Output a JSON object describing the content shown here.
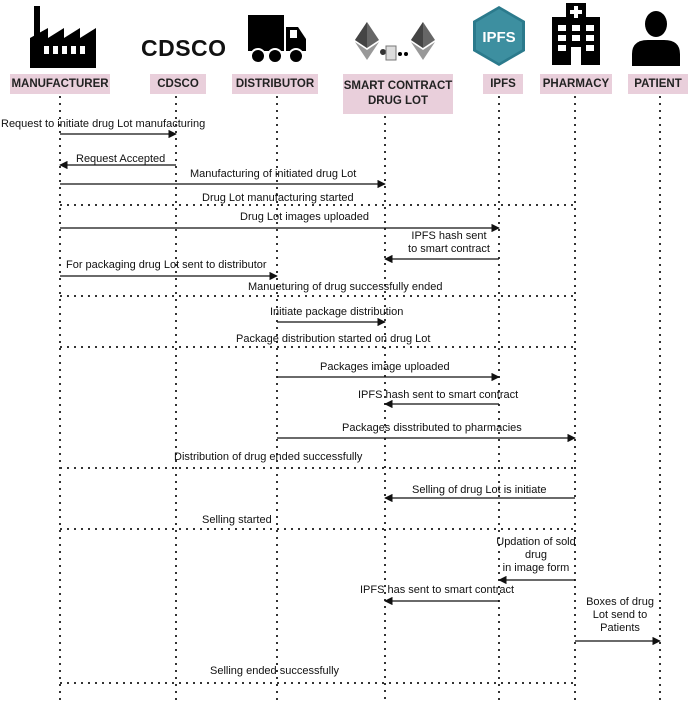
{
  "actors": [
    {
      "id": "manufacturer",
      "label": "MANUFACTURER",
      "icon": "factory-icon"
    },
    {
      "id": "cdsco",
      "label": "CDSCO",
      "icon": "cdsco-logo",
      "logo_text": "CDSCO"
    },
    {
      "id": "distributor",
      "label": "DISTRIBUTOR",
      "icon": "truck-icon"
    },
    {
      "id": "smart_contract",
      "label": "SMART CONTRACT\nDRUG LOT",
      "icon": "ethereum-chain-icon"
    },
    {
      "id": "ipfs",
      "label": "IPFS",
      "icon": "ipfs-cube-icon",
      "logo_text": "IPFS"
    },
    {
      "id": "pharmacy",
      "label": "PHARMACY",
      "icon": "hospital-icon"
    },
    {
      "id": "patient",
      "label": "PATIENT",
      "icon": "person-icon"
    }
  ],
  "messages": [
    {
      "id": "m1",
      "text": "Request to initiate drug Lot manufacturing",
      "from": "manufacturer",
      "to": "cdsco"
    },
    {
      "id": "m2",
      "text": "Request Accepted",
      "from": "cdsco",
      "to": "manufacturer"
    },
    {
      "id": "m3",
      "text": "Manufacturing of initiated drug Lot",
      "from": "manufacturer",
      "to": "smart_contract"
    },
    {
      "id": "m4",
      "text": "Drug Lot manufacturing started",
      "kind": "divider"
    },
    {
      "id": "m5",
      "text": "Drug Lot images uploaded",
      "from": "manufacturer",
      "to": "ipfs"
    },
    {
      "id": "m6",
      "text": "IPFS hash sent\nto smart contract",
      "from": "ipfs",
      "to": "smart_contract"
    },
    {
      "id": "m7",
      "text": "For packaging drug Lot sent to distributor",
      "from": "manufacturer",
      "to": "distributor"
    },
    {
      "id": "m8",
      "text": "Manueturing of drug successfully ended",
      "kind": "divider"
    },
    {
      "id": "m9",
      "text": "Initiate package distribution",
      "from": "distributor",
      "to": "smart_contract"
    },
    {
      "id": "m10",
      "text": "Package distribution started on drug Lot",
      "kind": "divider"
    },
    {
      "id": "m11",
      "text": "Packages image uploaded",
      "from": "distributor",
      "to": "ipfs"
    },
    {
      "id": "m12",
      "text": "IPFS hash sent to smart contract",
      "from": "ipfs",
      "to": "smart_contract"
    },
    {
      "id": "m13",
      "text": "Packages disstributed to pharmacies",
      "from": "distributor",
      "to": "pharmacy"
    },
    {
      "id": "m14",
      "text": "Distribution of drug ended successfully",
      "kind": "divider"
    },
    {
      "id": "m15",
      "text": "Selling of drug Lot is initiate",
      "from": "pharmacy",
      "to": "smart_contract"
    },
    {
      "id": "m16",
      "text": "Selling started",
      "kind": "divider"
    },
    {
      "id": "m17",
      "text": "Updation of sold\ndrug\nin image form",
      "from": "pharmacy",
      "to": "ipfs"
    },
    {
      "id": "m18",
      "text": "IPFS has sent to smart contract",
      "from": "ipfs",
      "to": "smart_contract"
    },
    {
      "id": "m19",
      "text": "Boxes of drug\nLot send to\nPatients",
      "from": "pharmacy",
      "to": "patient"
    },
    {
      "id": "m20",
      "text": "Selling ended successfully",
      "kind": "divider"
    }
  ]
}
